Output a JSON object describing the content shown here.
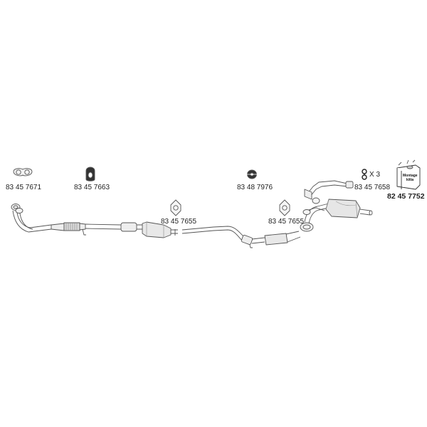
{
  "parts": [
    {
      "id": "gasket-twin",
      "number": "83 45 7671",
      "icon": "twin-hole-gasket-icon"
    },
    {
      "id": "rubber-hanger",
      "number": "83 45 7663",
      "icon": "rubber-hanger-icon"
    },
    {
      "id": "gasket-flange-1",
      "number": "83 45 7655",
      "icon": "flange-gasket-icon"
    },
    {
      "id": "rubber-ring",
      "number": "83 48 7976",
      "icon": "rubber-ring-icon"
    },
    {
      "id": "gasket-flange-2",
      "number": "83 45 7655",
      "icon": "flange-gasket-icon"
    },
    {
      "id": "clamp-bolt",
      "number": "83 45 7658",
      "icon": "clamp-bolt-icon",
      "quantity": "X 3"
    },
    {
      "id": "mounting-kit",
      "number": "82 45 7752",
      "icon": "mounting-kit-box-icon",
      "box_text": "Montage kitta"
    }
  ]
}
